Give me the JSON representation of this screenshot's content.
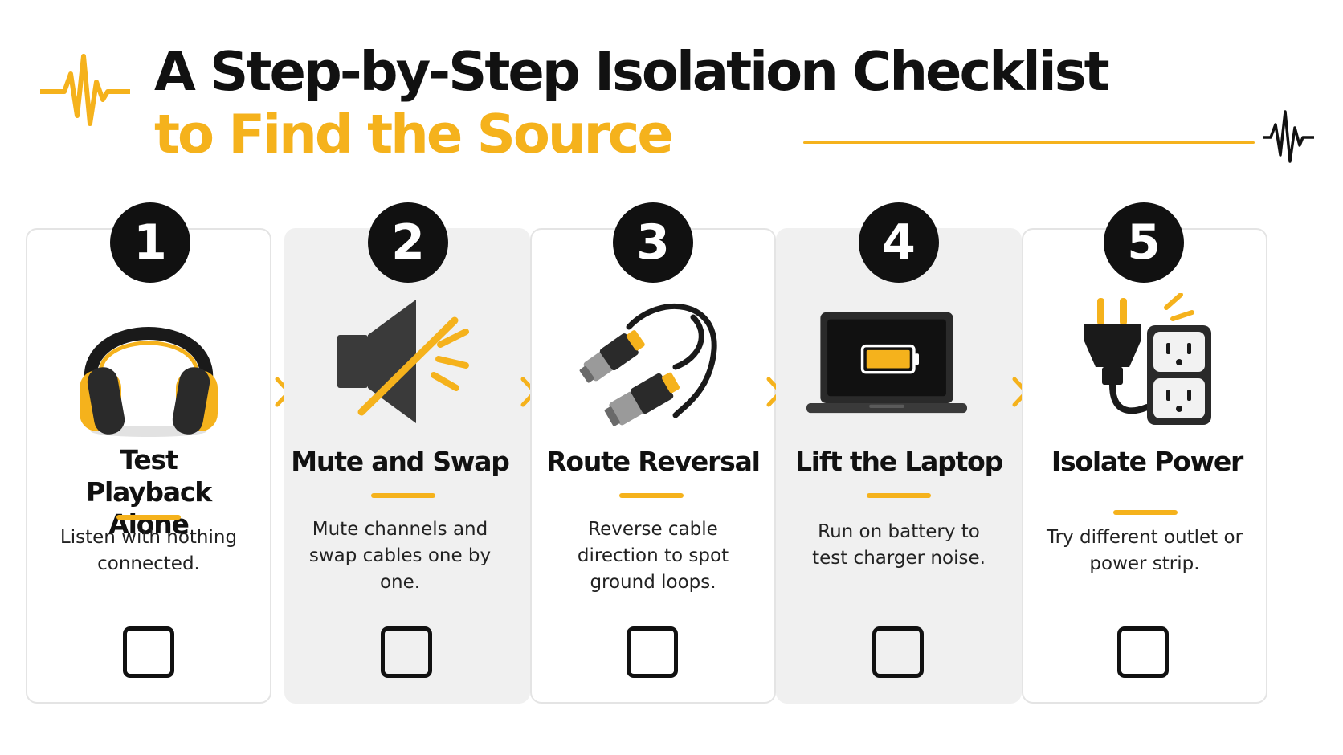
{
  "header": {
    "title_line1": "A Step-by-Step Isolation Checklist",
    "title_line2": "to Find the Source"
  },
  "colors": {
    "accent": "#f5b21c",
    "ink": "#111111",
    "card_grey": "#f0f0f0",
    "card_border": "#e4e4e4"
  },
  "steps": [
    {
      "number": "1",
      "title": "Test Playback Alone",
      "description": "Listen with nothing connected.",
      "icon": "headphones-icon",
      "checked": false
    },
    {
      "number": "2",
      "title": "Mute and Swap",
      "description": "Mute channels and swap cables one by one.",
      "icon": "muted-speaker-icon",
      "checked": false
    },
    {
      "number": "3",
      "title": "Route Reversal",
      "description": "Reverse cable direction to spot ground loops.",
      "icon": "xlr-cable-icon",
      "checked": false
    },
    {
      "number": "4",
      "title": "Lift the Laptop",
      "description": "Run on battery to test charger noise.",
      "icon": "laptop-battery-icon",
      "checked": false
    },
    {
      "number": "5",
      "title": "Isolate Power",
      "description": "Try different outlet or power strip.",
      "icon": "plug-outlet-icon",
      "checked": false
    }
  ]
}
